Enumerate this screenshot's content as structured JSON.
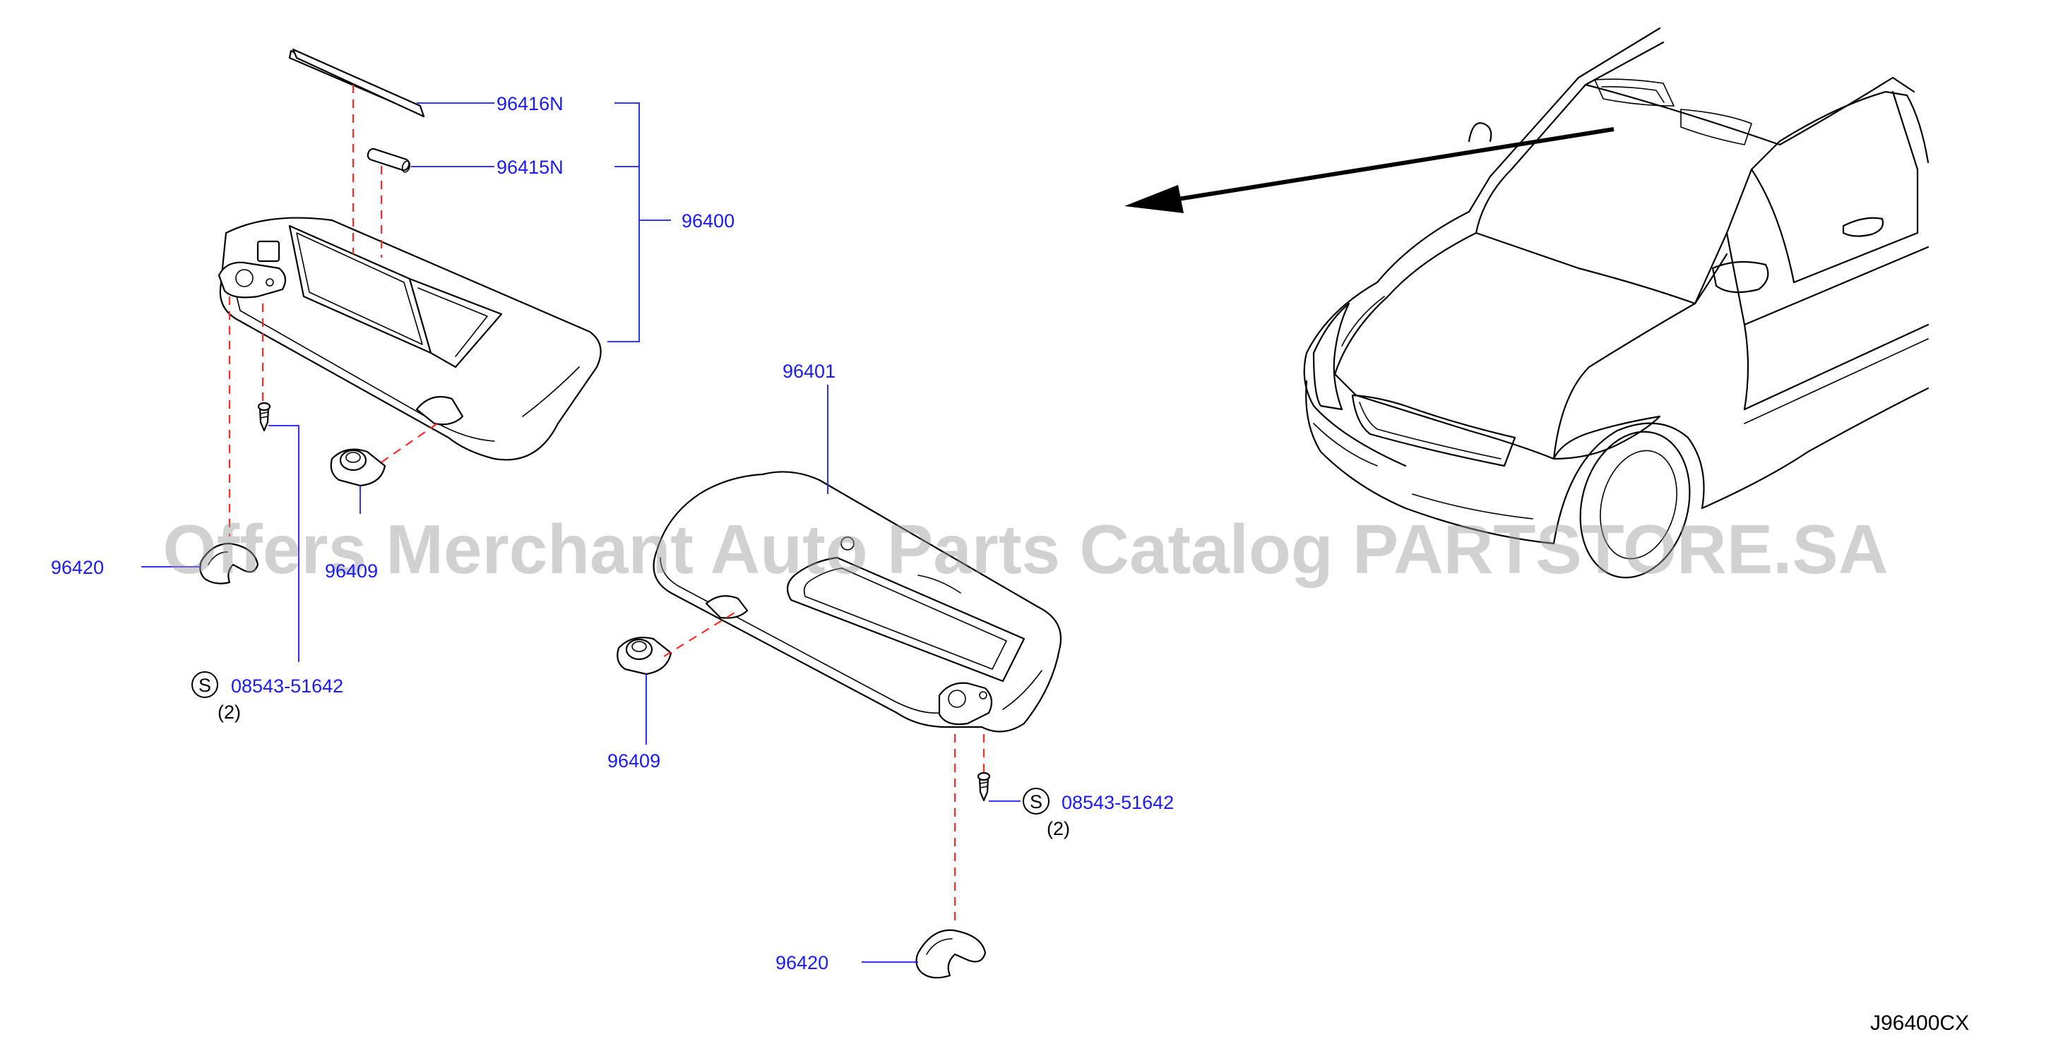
{
  "watermark": "Offers Merchant Auto Parts Catalog PARTSTORE.SA",
  "diagram_code": "J96400CX",
  "callouts": {
    "p96416N": "96416N",
    "p96415N": "96415N",
    "p96400": "96400",
    "p96401": "96401",
    "p96420_left": "96420",
    "p96409_left": "96409",
    "screw_left": {
      "symbol": "S",
      "part": "08543-51642",
      "qty": "(2)"
    },
    "p96409_right": "96409",
    "screw_right": {
      "symbol": "S",
      "part": "08543-51642",
      "qty": "(2)"
    },
    "p96420_right": "96420"
  },
  "colors": {
    "callout_text": "#1a1aff",
    "assembly_dashes": "#ff2a2a",
    "outline": "#000000",
    "watermark": "#9a9a9a"
  }
}
